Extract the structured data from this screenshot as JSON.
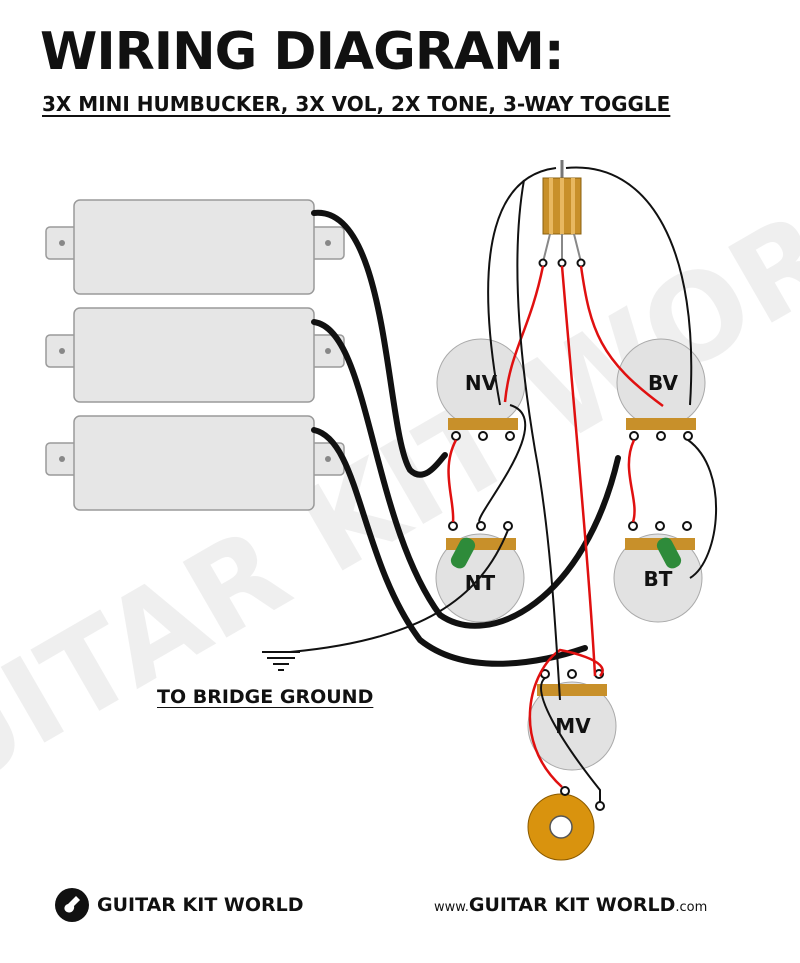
{
  "header": {
    "title": "WIRING DIAGRAM:",
    "subtitle": "3X MINI HUMBUCKER, 3X VOL, 2X TONE, 3-WAY TOGGLE"
  },
  "pots": {
    "nv": "NV",
    "bv": "BV",
    "nt": "NT",
    "bt": "BT",
    "mv": "MV"
  },
  "ground": {
    "label": "TO BRIDGE GROUND"
  },
  "footer": {
    "brand": "GUITAR KIT WORLD",
    "website_prefix": "www.",
    "website_main": "GUITAR KIT WORLD",
    "website_suffix": ".com"
  },
  "watermark": {
    "text": "GUITAR KIT WORLD"
  },
  "colors": {
    "hot_wire": "#e01010",
    "ground_wire": "#111111",
    "pickup": "#e6e6e6",
    "pot": "#e2e2e2",
    "lug": "#c8902a",
    "jack": "#d9930e",
    "capacitor": "#2e8b3a"
  },
  "icons": [
    "guitar-icon",
    "ground-symbol-icon"
  ]
}
